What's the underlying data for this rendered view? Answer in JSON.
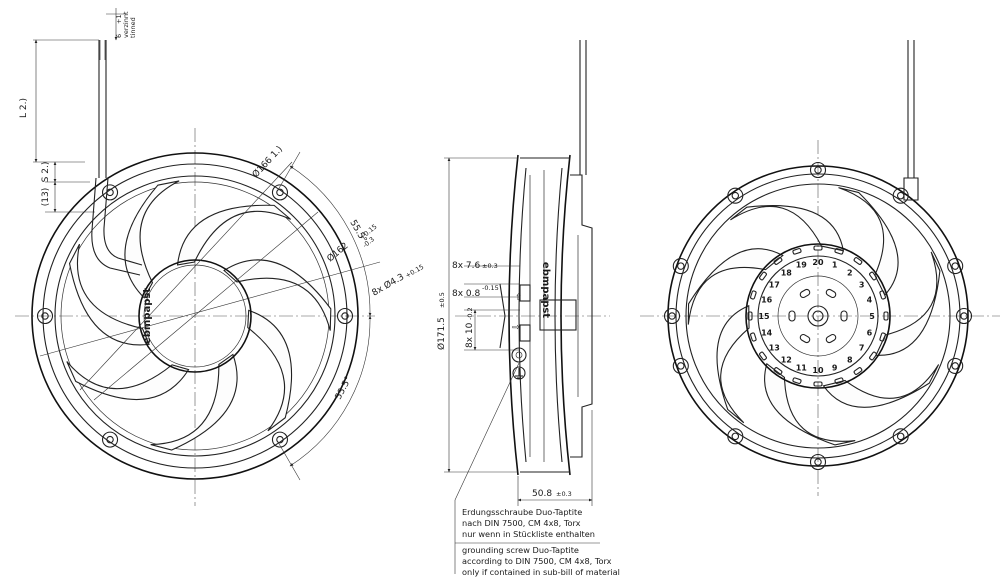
{
  "brand": {
    "logo_text": "ebmpapst"
  },
  "front_view": {
    "dimensions": {
      "lead_strip": "6",
      "lead_strip_tol": "+1",
      "lead_finish_de": "verzinnt",
      "lead_finish_en": "tinned",
      "lead_length": "L 2.)",
      "lead_offset": "S 2.)",
      "lead_base": "(13)",
      "diameter_outer": "Ø166 1.)",
      "diameter_holes": "Ø162",
      "diameter_holes_tol_upper": "+0.15",
      "diameter_holes_tol_lower": "-0.3",
      "hole_pattern": "8x Ø4.3",
      "hole_pattern_tol": "+0.15",
      "angle_top": "55.5°",
      "angle_bottom": "55.5°"
    }
  },
  "side_view": {
    "dimensions": {
      "dim_a": "8x 7.6",
      "dim_a_tol": "±0.3",
      "dim_b": "8x 0.8",
      "dim_b_tol": "-0.15",
      "dim_c": "8x 10",
      "dim_c_tol": "-0.2",
      "diameter_body": "Ø171.5",
      "diameter_body_tol": "±0.5",
      "depth": "50.8",
      "depth_tol": "±0.3"
    },
    "note": {
      "de_line1": "Erdungsschraube Duo-Taptite",
      "de_line2": "nach DIN 7500, CM 4x8, Torx",
      "de_line3": "nur wenn in Stückliste enthalten",
      "en_line1": "grounding screw Duo-Taptite",
      "en_line2": "according to DIN 7500, CM 4x8, Torx",
      "en_line3": "only if contained in sub-bill of material"
    }
  },
  "rear_view": {
    "rotor_numbers": [
      "1",
      "2",
      "3",
      "4",
      "5",
      "6",
      "7",
      "8",
      "9",
      "10",
      "11",
      "12",
      "13",
      "14",
      "15",
      "16",
      "17",
      "18",
      "19",
      "20"
    ]
  }
}
